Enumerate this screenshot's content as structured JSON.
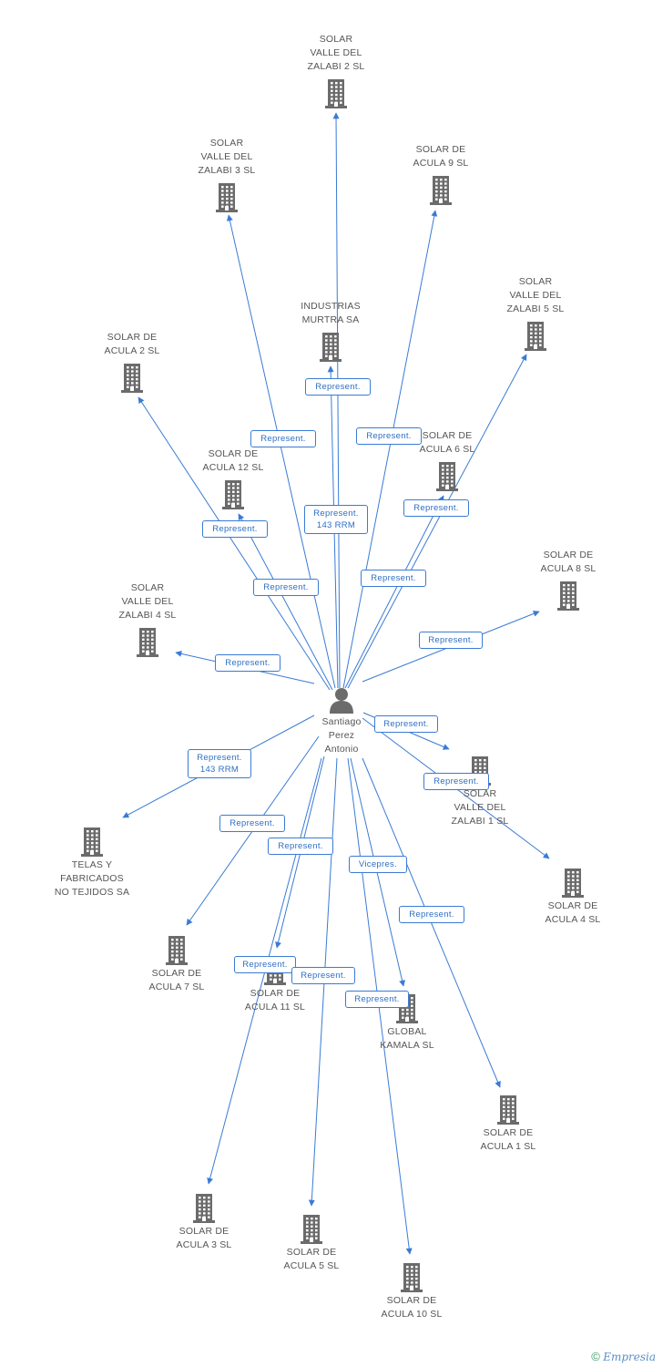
{
  "center": {
    "id": "center",
    "label": "Santiago\nPerez\nAntonio",
    "icon": "person-icon"
  },
  "nodes": [
    {
      "id": "zalabi2",
      "label": "SOLAR\nVALLE DEL\nZALABI 2 SL",
      "icon": "building-icon"
    },
    {
      "id": "zalabi3",
      "label": "SOLAR\nVALLE DEL\nZALABI 3 SL",
      "icon": "building-icon"
    },
    {
      "id": "acula9",
      "label": "SOLAR DE\nACULA 9 SL",
      "icon": "building-icon"
    },
    {
      "id": "murtra",
      "label": "INDUSTRIAS\nMURTRA SA",
      "icon": "building-icon"
    },
    {
      "id": "zalabi5",
      "label": "SOLAR\nVALLE DEL\nZALABI 5 SL",
      "icon": "building-icon"
    },
    {
      "id": "acula2",
      "label": "SOLAR DE\nACULA 2 SL",
      "icon": "building-icon"
    },
    {
      "id": "acula6",
      "label": "SOLAR DE\nACULA 6 SL",
      "icon": "building-icon"
    },
    {
      "id": "acula12",
      "label": "SOLAR DE\nACULA 12 SL",
      "icon": "building-icon"
    },
    {
      "id": "acula8",
      "label": "SOLAR DE\nACULA 8 SL",
      "icon": "building-icon"
    },
    {
      "id": "zalabi4",
      "label": "SOLAR\nVALLE DEL\nZALABI 4 SL",
      "icon": "building-icon"
    },
    {
      "id": "zalabi1",
      "label": "SOLAR\nVALLE DEL\nZALABI 1 SL",
      "icon": "building-icon"
    },
    {
      "id": "telas",
      "label": "TELAS Y\nFABRICADOS\nNO TEJIDOS SA",
      "icon": "building-icon"
    },
    {
      "id": "acula4",
      "label": "SOLAR DE\nACULA 4 SL",
      "icon": "building-icon"
    },
    {
      "id": "acula7",
      "label": "SOLAR DE\nACULA 7 SL",
      "icon": "building-icon"
    },
    {
      "id": "acula11",
      "label": "SOLAR DE\nACULA 11 SL",
      "icon": "building-icon"
    },
    {
      "id": "kamala",
      "label": "GLOBAL\nKAMALA SL",
      "icon": "building-icon"
    },
    {
      "id": "acula1",
      "label": "SOLAR DE\nACULA 1 SL",
      "icon": "building-icon"
    },
    {
      "id": "acula3",
      "label": "SOLAR DE\nACULA 3 SL",
      "icon": "building-icon"
    },
    {
      "id": "acula5",
      "label": "SOLAR DE\nACULA 5 SL",
      "icon": "building-icon"
    },
    {
      "id": "acula10",
      "label": "SOLAR DE\nACULA 10 SL",
      "icon": "building-icon"
    }
  ],
  "edges": [
    {
      "to": "zalabi2",
      "label": "Represent.\n143 RRM"
    },
    {
      "to": "zalabi3",
      "label": "Represent."
    },
    {
      "to": "acula9",
      "label": "Represent."
    },
    {
      "to": "murtra",
      "label": "Represent."
    },
    {
      "to": "zalabi5",
      "label": "Represent."
    },
    {
      "to": "acula2",
      "label": "Represent."
    },
    {
      "to": "acula6",
      "label": "Represent."
    },
    {
      "to": "acula12",
      "label": "Represent."
    },
    {
      "to": "acula8",
      "label": "Represent."
    },
    {
      "to": "zalabi4",
      "label": "Represent."
    },
    {
      "to": "zalabi1",
      "label": "Represent."
    },
    {
      "to": "telas",
      "label": "Represent.\n143 RRM"
    },
    {
      "to": "acula4",
      "label": "Represent."
    },
    {
      "to": "acula7",
      "label": "Represent."
    },
    {
      "to": "acula11",
      "label": "Represent."
    },
    {
      "to": "kamala",
      "label": "Vicepres."
    },
    {
      "to": "acula1",
      "label": "Represent."
    },
    {
      "to": "acula3",
      "label": "Represent."
    },
    {
      "to": "acula5",
      "label": "Represent."
    },
    {
      "to": "acula10",
      "label": "Represent."
    }
  ],
  "colors": {
    "edge": "#3a7bd5",
    "icon": "#6b6b6b",
    "label_text": "#555555"
  },
  "footer": {
    "copyright": "©",
    "brand": "Empresia"
  }
}
